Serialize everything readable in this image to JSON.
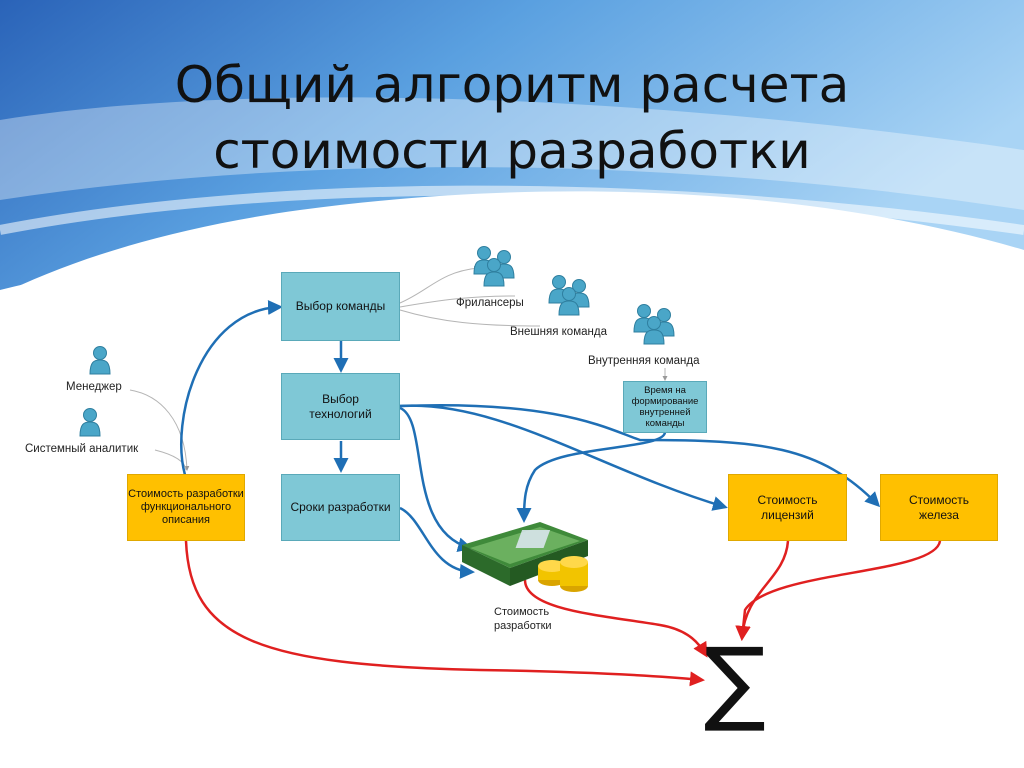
{
  "title": {
    "line1": "Общий алгоритм расчета",
    "line2": "стоимости разработки"
  },
  "boxes": {
    "team_choice": "Выбор команды",
    "tech_choice": "Выбор технологий",
    "dev_time": "Сроки разработки",
    "spec_cost": "Стоимость разработки функционального описания",
    "team_time": "Время на формирование внутренней команды",
    "license_cost": "Стоимость лицензий",
    "hardware_cost": "Стоимость железа"
  },
  "labels": {
    "freelancers": "Фрилансеры",
    "external_team": "Внешняя команда",
    "internal_team": "Внутренняя команда",
    "manager": "Менеджер",
    "system_analyst": "Системный аналитик",
    "dev_cost": "Стоимость разработки"
  },
  "sigma": "∑",
  "colors": {
    "teal_box": "#7fc8d6",
    "gold_box": "#ffc000",
    "blue_arrow": "#1f6fb5",
    "red_arrow": "#e02020",
    "person_icon": "#4aa6c8"
  }
}
